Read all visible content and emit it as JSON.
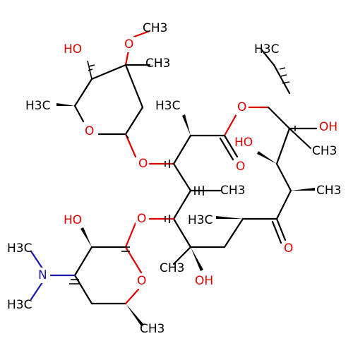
{
  "labels": {
    "methoxy_o": "O",
    "methoxy_ch3": "CH3",
    "ho_top_left": "HO",
    "ch3_cladinose": "CH3",
    "h3c_cladinose_left": "H3C",
    "ring_o_cladinose": "O",
    "glyco_o_upper": "O",
    "ch3_upper_left": "H3C",
    "lactone_o": "O",
    "carbonyl_o_ester": "O",
    "h3c_ethyl": "H3C",
    "oh_right": "OH",
    "ho_mid_right": "HO",
    "ch3_right_a": "CH3",
    "ch3_right_b": "CH3",
    "ch3_mid": "CH3",
    "ketone_o": "O",
    "h3c_mid": "H3C",
    "glyco_o_lower": "O",
    "ho_desosamine": "HO",
    "ring_o_desosamine": "O",
    "n_dimethyl": "N",
    "h3c_n_top": "H3C",
    "h3c_n_bottom": "H3C",
    "ch3_desosamine": "CH3",
    "ch3_lower_left": "CH3",
    "oh_lower": "OH"
  },
  "colors": {
    "oxygen": "#e00000",
    "nitrogen": "#1a1aa6",
    "carbon": "#000000"
  }
}
